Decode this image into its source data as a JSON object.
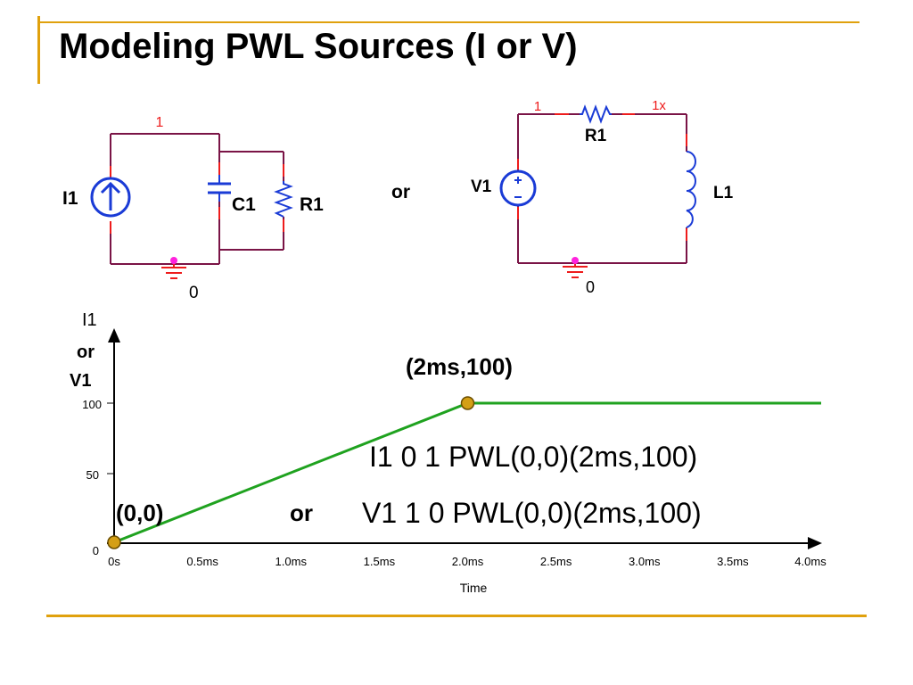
{
  "slide": {
    "title": "Modeling PWL Sources (I or V)",
    "accent_color": "#e0a10d"
  },
  "circuit_i": {
    "node_label": "1",
    "source_label": "I1",
    "cap_label": "C1",
    "res_label": "R1",
    "ground_label": "0",
    "source_icon": "current-source-icon"
  },
  "circuit_v": {
    "node_label": "1",
    "node2_label": "1x",
    "res_label": "R1",
    "source_label": "V1",
    "ind_label": "L1",
    "ground_label": "0",
    "source_icon": "voltage-source-icon"
  },
  "or_between_circuits": "or",
  "chart_data": {
    "type": "line",
    "ylabel_lines": [
      "I1",
      "or",
      "V1"
    ],
    "xlabel": "Time",
    "x_ticks": [
      "0s",
      "0.5ms",
      "1.0ms",
      "1.5ms",
      "2.0ms",
      "2.5ms",
      "3.0ms",
      "3.5ms",
      "4.0ms"
    ],
    "y_ticks": [
      "0",
      "50",
      "100"
    ],
    "xlim": [
      0,
      4.0
    ],
    "ylim": [
      0,
      100
    ],
    "series": [
      {
        "x": [
          0,
          2.0,
          4.0
        ],
        "y": [
          0,
          100,
          100
        ],
        "color": "#1fa21f"
      }
    ],
    "points": [
      {
        "x": 0,
        "y": 0,
        "label": "(0,0)"
      },
      {
        "x": 2.0,
        "y": 100,
        "label": "(2ms,100)"
      }
    ]
  },
  "statements": {
    "current": "I1 0 1 PWL(0,0)(2ms,100)",
    "or_text": "or",
    "voltage": "V1 1 0 PWL(0,0)(2ms,100)"
  }
}
